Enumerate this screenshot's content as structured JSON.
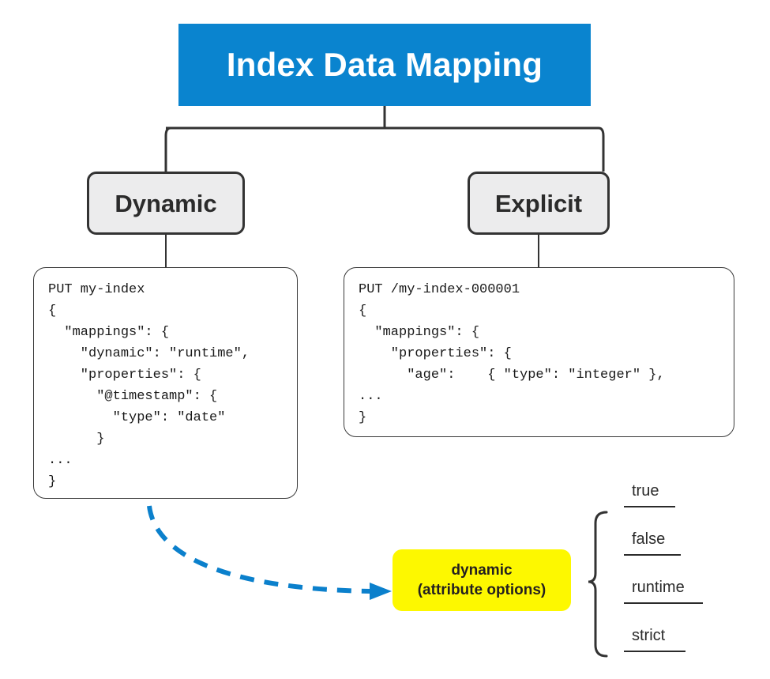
{
  "title": {
    "text": "Index Data Mapping",
    "background": "#0a84cf",
    "text_color": "#ffffff"
  },
  "categories": [
    {
      "label": "Dynamic",
      "fill": "#ececed",
      "border": "#333333"
    },
    {
      "label": "Explicit",
      "fill": "#ececed",
      "border": "#333333"
    }
  ],
  "code_blocks": [
    {
      "name": "dynamic-mapping-example",
      "code": "PUT my-index\n{\n  \"mappings\": {\n    \"dynamic\": \"runtime\",\n    \"properties\": {\n      \"@timestamp\": {\n        \"type\": \"date\"\n      }\n...\n}"
    },
    {
      "name": "explicit-mapping-example",
      "code": "PUT /my-index-000001\n{\n  \"mappings\": {\n    \"properties\": {\n      \"age\":    { \"type\": \"integer\" },\n...\n}"
    }
  ],
  "callout": {
    "line1": "dynamic",
    "line2": "(attribute options)",
    "background": "#fdf800",
    "text_color": "#231f20"
  },
  "options": {
    "items": [
      {
        "label": "true"
      },
      {
        "label": "false"
      },
      {
        "label": "runtime"
      },
      {
        "label": "strict"
      }
    ]
  },
  "colors": {
    "accent_blue": "#0a84cf",
    "arrow_blue": "#0b80cc",
    "line_dark": "#3a3a3a",
    "box_gray": "#ececed",
    "highlight_yellow": "#fdf800"
  }
}
